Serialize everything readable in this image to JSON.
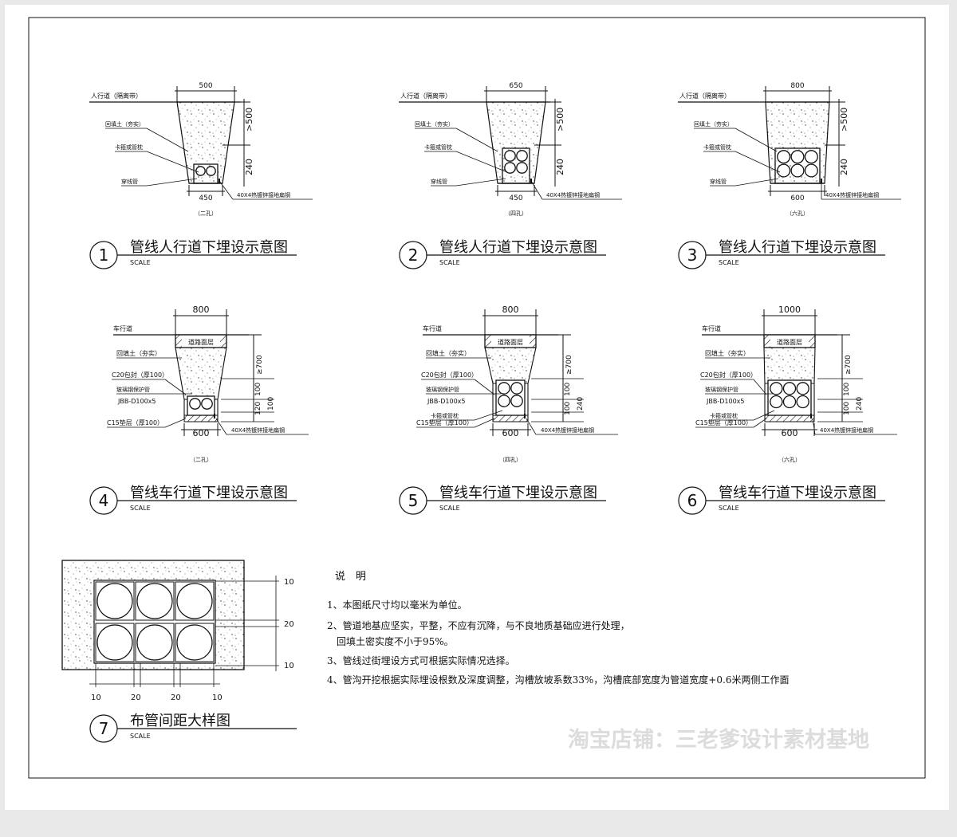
{
  "pedestrian_details": [
    {
      "number": "1",
      "title": "管线人行道下埋设示意图",
      "scale": "SCALE",
      "top_width": "500",
      "bottom_width": "450",
      "depth": ">500",
      "bottom_height": "240",
      "ground": "人行道（隔离带）",
      "backfill": "回填土（夯实）",
      "conduit": "卡箍或管枕",
      "sleeve": "穿线管",
      "ground_bar": "40X4热镀锌接地扁钢",
      "holes": "（二孔）",
      "rows": 1,
      "cols": 2
    },
    {
      "number": "2",
      "title": "管线人行道下埋设示意图",
      "scale": "SCALE",
      "top_width": "650",
      "bottom_width": "450",
      "depth": ">500",
      "bottom_height": "240",
      "ground": "人行道（隔离带）",
      "backfill": "回填土（夯实）",
      "conduit": "卡箍或管枕",
      "sleeve": "穿线管",
      "ground_bar": "40X4热镀锌接地扁钢",
      "holes": "（四孔）",
      "rows": 2,
      "cols": 2
    },
    {
      "number": "3",
      "title": "管线人行道下埋设示意图",
      "scale": "SCALE",
      "top_width": "800",
      "bottom_width": "600",
      "depth": ">500",
      "bottom_height": "240",
      "ground": "人行道（隔离带）",
      "backfill": "回填土（夯实）",
      "conduit": "卡箍或管枕",
      "sleeve": "穿线管",
      "ground_bar": "40X4热镀锌接地扁钢",
      "holes": "（六孔）",
      "rows": 2,
      "cols": 3
    }
  ],
  "vehicle_details": [
    {
      "number": "4",
      "title": "管线车行道下埋设示意图",
      "scale": "SCALE",
      "top_width": "800",
      "bottom_width": "600",
      "depth": "≥700",
      "dims": [
        "100",
        "100",
        "120"
      ],
      "road": "车行道",
      "surface": "道路面层",
      "backfill": "回填土（夯实）",
      "c20": "C20包封（厚100）",
      "pipe": "玻璃钢保护管",
      "spec": "JBB-D100x5",
      "c15": "C15垫层（厚100）",
      "ground_bar": "40X4热镀锌接地扁钢",
      "holes": "（二孔）",
      "rows": 1,
      "cols": 2
    },
    {
      "number": "5",
      "title": "管线车行道下埋设示意图",
      "scale": "SCALE",
      "top_width": "800",
      "bottom_width": "600",
      "depth": "≥700",
      "dims": [
        "100",
        "240",
        "100"
      ],
      "road": "车行道",
      "surface": "道路面层",
      "backfill": "回填土（夯实）",
      "c20": "C20包封（厚100）",
      "pipe": "玻璃钢保护管",
      "spec": "JBB-D100x5",
      "c15": "C15垫层（厚100）",
      "ground_bar": "40X4热镀锌接地扁钢",
      "holes": "（四孔）",
      "saddle": "卡箍或管枕",
      "rows": 2,
      "cols": 2
    },
    {
      "number": "6",
      "title": "管线车行道下埋设示意图",
      "scale": "SCALE",
      "top_width": "1000",
      "bottom_width": "600",
      "depth": "≥700",
      "dims": [
        "100",
        "240",
        "100"
      ],
      "road": "车行道",
      "surface": "道路面层",
      "backfill": "回填土（夯实）",
      "c20": "C20包封（厚100）",
      "pipe": "玻璃钢保护管",
      "spec": "JBB-D100x5",
      "c15": "C15垫层（厚100）",
      "ground_bar": "40X4热镀锌接地扁钢",
      "holes": "（六孔）",
      "saddle": "卡箍或管枕",
      "rows": 2,
      "cols": 3
    }
  ],
  "spacing_detail": {
    "number": "7",
    "title": "布管间距大样图",
    "scale": "SCALE",
    "right_dims": [
      "10",
      "20",
      "10"
    ],
    "bottom_dims": [
      "10",
      "20",
      "20",
      "10"
    ]
  },
  "notes": {
    "heading": "说　明",
    "items": [
      "1、本图纸尺寸均以毫米为单位。",
      "2、管道地基应坚实，平整，不应有沉降，与不良地质基础应进行处理，",
      "　回填土密实度不小于95%。",
      "3、管线过街埋设方式可根据实际情况选择。",
      "4、管沟开挖根据实际埋设根数及深度调整，沟槽放坡系数33%，沟槽底部宽度为管道宽度+0.6米两侧工作面"
    ]
  },
  "watermark": "淘宝店铺：三老爹设计素材基地",
  "colors": {
    "line": "#111111",
    "paper": "#ffffff",
    "background": "#e9e9e9",
    "watermark": "#dcdcdc"
  }
}
